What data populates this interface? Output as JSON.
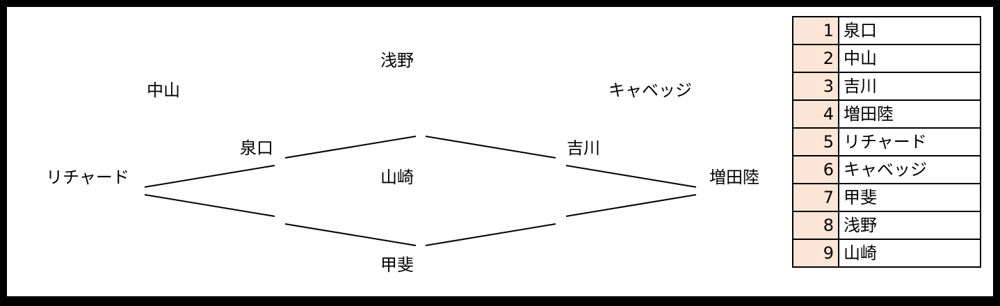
{
  "diagram": {
    "labels": {
      "top_outer_left": "中山",
      "top_center": "浅野",
      "top_outer_right": "キャベッジ",
      "upper_left": "泉口",
      "upper_right": "吉川",
      "left_end": "リチャード",
      "center": "山崎",
      "right_end": "増田陸",
      "bottom_center": "甲斐"
    },
    "line_color": "#000000"
  },
  "legend": {
    "rows": [
      {
        "no": "1",
        "name": "泉口"
      },
      {
        "no": "2",
        "name": "中山"
      },
      {
        "no": "3",
        "name": "吉川"
      },
      {
        "no": "4",
        "name": "増田陸"
      },
      {
        "no": "5",
        "name": "リチャード"
      },
      {
        "no": "6",
        "name": "キャベッジ"
      },
      {
        "no": "7",
        "name": "甲斐"
      },
      {
        "no": "8",
        "name": "浅野"
      },
      {
        "no": "9",
        "name": "山崎"
      }
    ],
    "number_cell_color": "#fbe5d6"
  }
}
